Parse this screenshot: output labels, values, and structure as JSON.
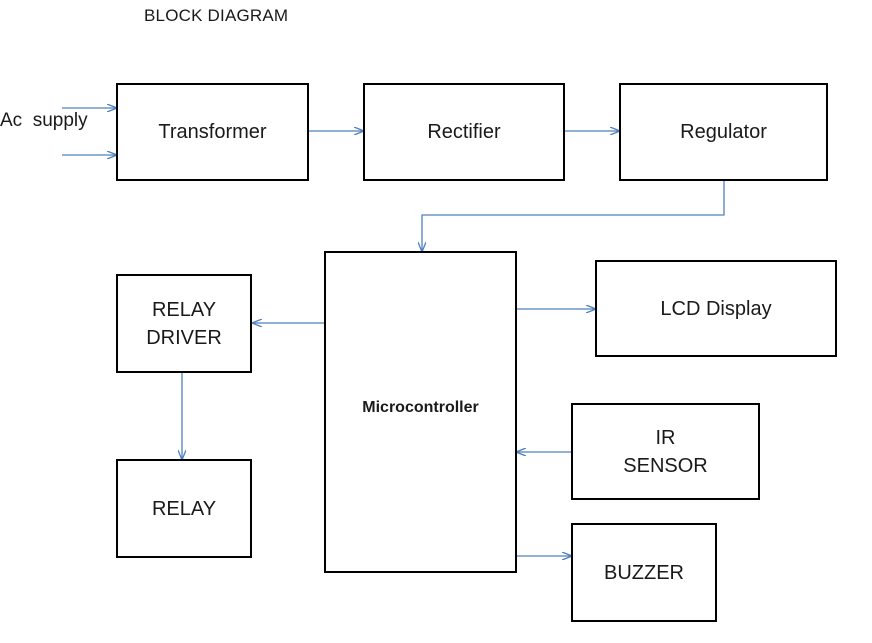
{
  "title": "BLOCK DIAGRAM",
  "input_label": "Ac  supply",
  "blocks": {
    "transformer": "Transformer",
    "rectifier": "Rectifier",
    "regulator": "Regulator",
    "microcontroller": "Microcontroller",
    "lcd_display": "LCD Display",
    "relay_driver": [
      "RELAY",
      "DRIVER"
    ],
    "relay": "RELAY",
    "ir_sensor": [
      "IR",
      "SENSOR"
    ],
    "buzzer": "BUZZER"
  },
  "colors": {
    "connector": "#4f81bd",
    "border": "#000000"
  }
}
